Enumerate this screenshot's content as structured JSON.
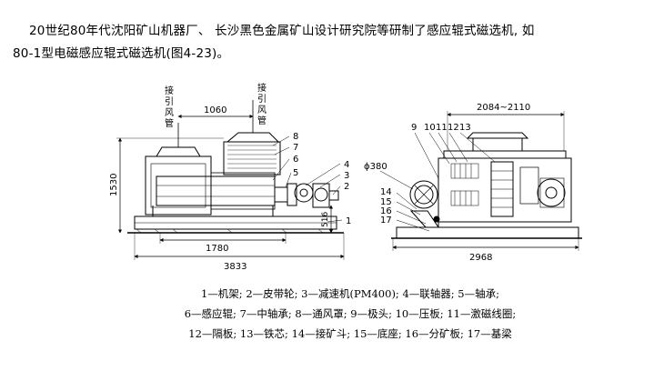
{
  "paragraph": {
    "line1": "20世纪80年代沈阳矿山机器厂、 长沙黑色金属矿山设计研究院等研制了感应辊式磁选机, 如",
    "line2": "80-1型电磁感应辊式磁选机(图4-23)。"
  },
  "left_view": {
    "duct_label_left": [
      "接",
      "引",
      "风",
      "管"
    ],
    "duct_label_right": [
      "接",
      "引",
      "风",
      "管"
    ],
    "dim_top": "1060",
    "dim_height": "1530",
    "dim_side": "516",
    "dim_bottom_inner": "1780",
    "dim_bottom_total": "3833",
    "callouts": [
      "8",
      "7",
      "6",
      "5",
      "4",
      "3",
      "2",
      "1"
    ]
  },
  "right_view": {
    "dim_top": "2084~2110",
    "diameter": "ϕ380",
    "dim_bottom": "2968",
    "callouts_top": [
      "9",
      "10",
      "11",
      "12",
      "13"
    ],
    "callouts_left": [
      "14",
      "15",
      "16",
      "17"
    ]
  },
  "caption": {
    "line1": "1—机架; 2—皮带轮; 3—减速机(PM400); 4—联轴器; 5—轴承;",
    "line2": "6—感应辊; 7—中轴承; 8—通风罩; 9—极头; 10—压板; 11—激磁线圈;",
    "line3": "12—隔板; 13—铁芯; 14—接矿斗; 15—底座; 16—分矿板; 17—基梁"
  },
  "colors": {
    "ink": "#000000",
    "background": "#ffffff",
    "watermark": "#d8d8d8"
  }
}
